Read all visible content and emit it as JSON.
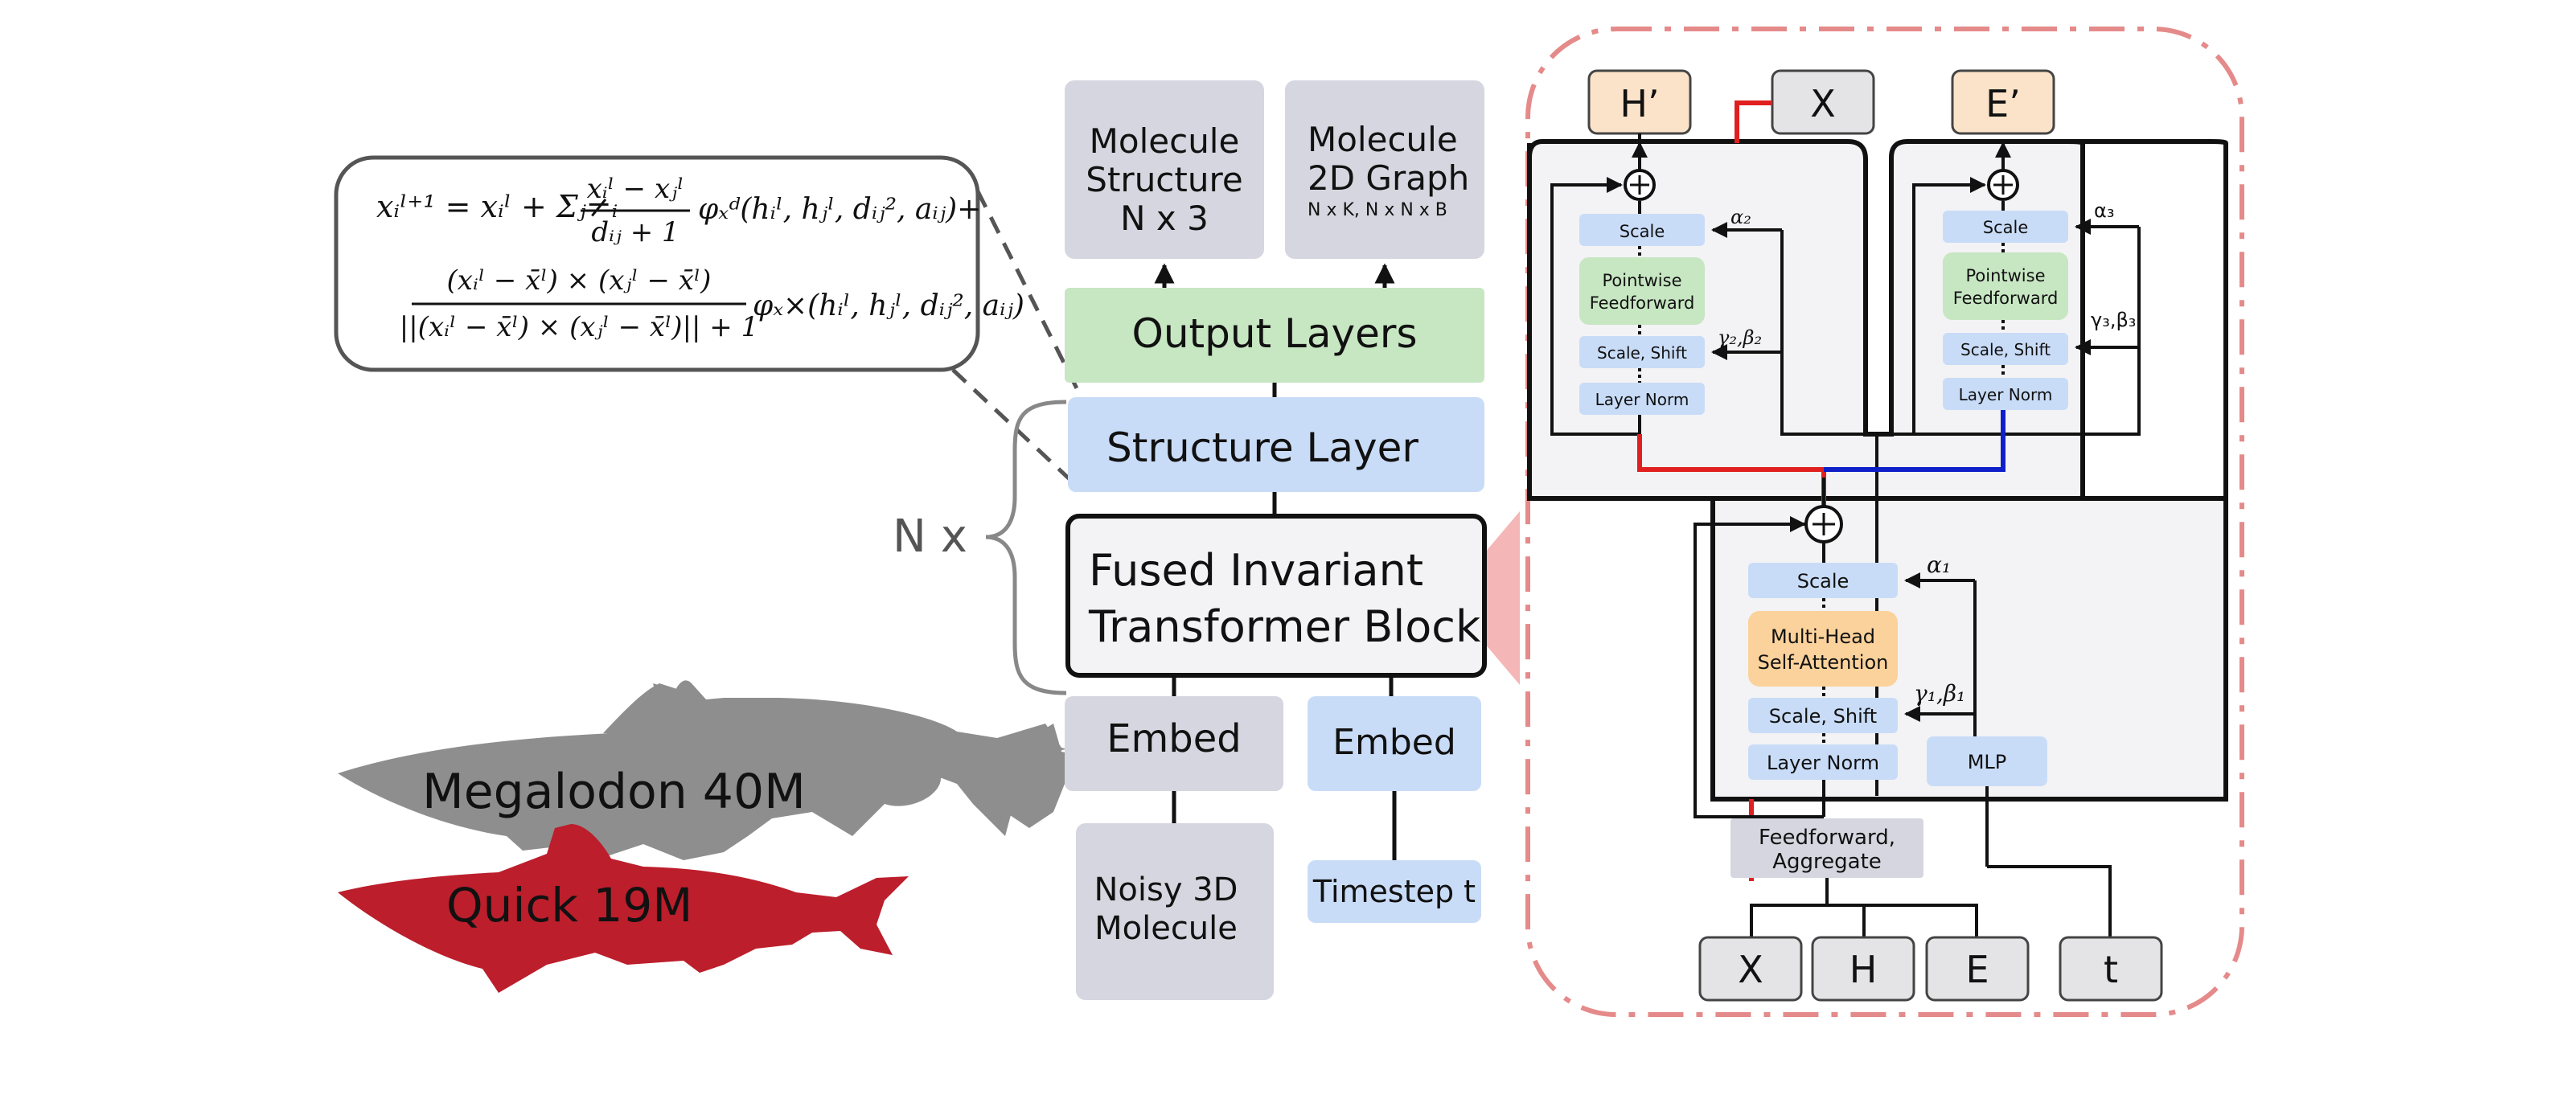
{
  "equation": {
    "line1": "x_i^{l+1} = x_i^l + Σ_{j≠i} (x_i^l − x_j^l)/(d_ij + 1) φ_x^d(h_i^l, h_j^l, d_ij^2, a_ij) +",
    "line2": "(x_i^l − x̄^l) × (x_j^l − x̄^l) / (||(x_i^l − x̄^l) × (x_j^l − x̄^l)|| + 1) φ_x^×(h_i^l, h_j^l, d_ij^2, a_ij)",
    "line1_display": "xᵢˡ⁺¹ = xᵢˡ + Σⱼ≠ᵢ",
    "frac1_num": "xᵢˡ − xⱼˡ",
    "frac1_den": "dᵢⱼ + 1",
    "tail1": "φₓᵈ(hᵢˡ, hⱼˡ, dᵢⱼ², aᵢⱼ)+",
    "frac2_num": "(xᵢˡ − x̄ˡ) × (xⱼˡ − x̄ˡ)",
    "frac2_den": "||(xᵢˡ − x̄ˡ) × (xⱼˡ − x̄ˡ)|| + 1",
    "tail2": "φₓ×(hᵢˡ, hⱼˡ, dᵢⱼ², aᵢⱼ)"
  },
  "left": {
    "repeat_label": "N x",
    "megalodon_label": "Megalodon 40M",
    "quick_label": "Quick 19M"
  },
  "stack": {
    "out_structure": [
      "Molecule",
      "Structure",
      "N x 3"
    ],
    "out_graph_line1": "Molecule",
    "out_graph_line2": "2D Graph",
    "out_graph_dims": "N x K, N x N x B",
    "output_layers": "Output Layers",
    "structure_layer": "Structure Layer",
    "fused_line1": "Fused Invariant",
    "fused_line2": "Transformer Block",
    "embed_left": "Embed",
    "embed_right": "Embed",
    "noisy_line1": "Noisy 3D",
    "noisy_line2": "Molecule",
    "timestep": "Timestep t"
  },
  "detail": {
    "h_prime": "H’",
    "x_top": "X",
    "e_prime": "E’",
    "left_block": {
      "scale": "Scale",
      "alpha": "α₂",
      "ffn_line1": "Pointwise",
      "ffn_line2": "Feedforward",
      "scale_shift": "Scale, Shift",
      "gamma_beta": "γ₂,β₂",
      "layer_norm": "Layer Norm"
    },
    "right_block": {
      "scale": "Scale",
      "alpha": "α₃",
      "ffn_line1": "Pointwise",
      "ffn_line2": "Feedforward",
      "scale_shift": "Scale, Shift",
      "gamma_beta": "γ₃,β₃",
      "layer_norm": "Layer Norm"
    },
    "center_block": {
      "scale": "Scale",
      "alpha": "α₁",
      "mhsa_line1": "Multi-Head",
      "mhsa_line2": "Self-Attention",
      "scale_shift": "Scale, Shift",
      "gamma_beta": "γ₁,β₁",
      "layer_norm": "Layer Norm",
      "mlp": "MLP"
    },
    "aggregate_line1": "Feedforward,",
    "aggregate_line2": "Aggregate",
    "inputs": [
      "X",
      "H",
      "E",
      "t"
    ]
  },
  "colors": {
    "blue_box": "#c9dcf7",
    "green_box": "#c7e6c2",
    "gray_box": "#d5d6df",
    "orange_box": "#fbd29b",
    "peach_box": "#fbe3c9",
    "panel_bg": "#f3f3f5",
    "dash_border": "#e58a8a",
    "red_line": "#e02020",
    "blue_line": "#1020c8",
    "shark_gray": "#8e8e8e",
    "shark_red": "#bc1e2c"
  }
}
